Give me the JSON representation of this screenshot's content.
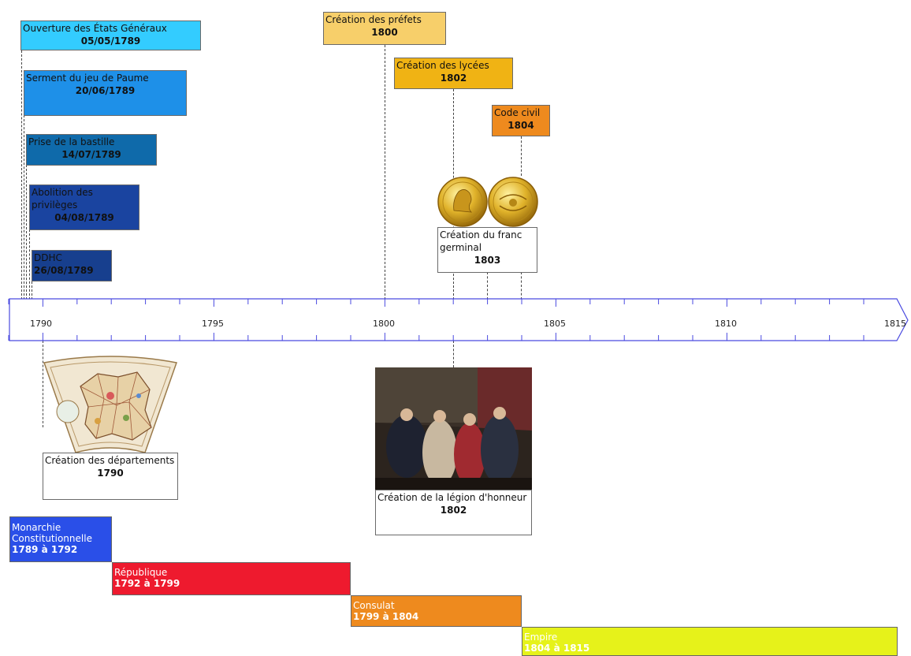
{
  "colors": {
    "etats": "#33ccff",
    "serment": "#1e90e8",
    "bastille": "#0f6aaa",
    "abolition": "#1a44a0",
    "ddhc": "#173f8e",
    "prefets": "#f7cf6a",
    "lycees": "#f0b314",
    "codecivil": "#ee8a1e",
    "monarchie": "#2a4fe8",
    "republique": "#ee1a2e",
    "consulat": "#ee8a1e",
    "empire": "#e6f21a",
    "axis": "#4a4ae0"
  },
  "events_above": [
    {
      "label": "Ouverture des États Généraux",
      "date": "05/05/1789"
    },
    {
      "label": "Serment du jeu de Paume",
      "date": "20/06/1789"
    },
    {
      "label": "Prise de la bastille",
      "date": "14/07/1789"
    },
    {
      "label": "Abolition des privilèges",
      "date": "04/08/1789"
    },
    {
      "label": "DDHC",
      "date": "26/08/1789"
    },
    {
      "label": "Création des préfets",
      "date": "1800"
    },
    {
      "label": "Création des lycées",
      "date": "1802"
    },
    {
      "label": "Code civil",
      "date": "1804"
    },
    {
      "label": "Création du franc germinal",
      "date": "1803"
    }
  ],
  "events_below": [
    {
      "label": "Création des départements",
      "date": "1790"
    },
    {
      "label": "Création de la légion d'honneur",
      "date": "1802"
    }
  ],
  "axis": {
    "ticks": [
      "1790",
      "1795",
      "1800",
      "1805",
      "1810",
      "1815"
    ]
  },
  "periods": [
    {
      "label": "Monarchie Constitutionnelle",
      "date": "1789 à 1792"
    },
    {
      "label": "République",
      "date": "1792 à 1799"
    },
    {
      "label": "Consulat",
      "date": "1799 à 1804"
    },
    {
      "label": "Empire",
      "date": "1804 à 1815"
    }
  ],
  "images": {
    "map": "map-icon",
    "coins": "coin-icon",
    "painting": "painting-icon"
  }
}
